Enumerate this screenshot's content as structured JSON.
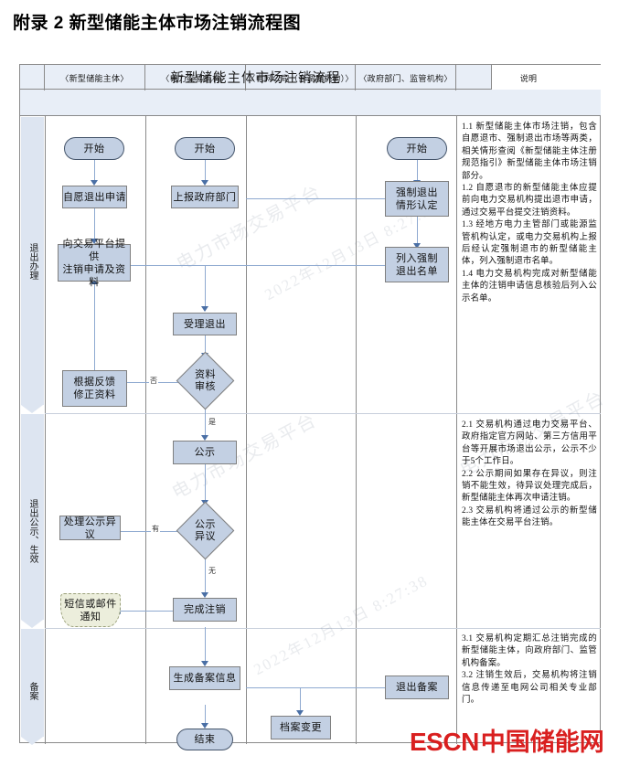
{
  "page": {
    "title": "附录 2  新型储能主体市场注销流程图"
  },
  "table": {
    "banner": "新型储能主体市场注销流程",
    "banner_blank": "",
    "columns": [
      {
        "key": "stage",
        "label": ""
      },
      {
        "key": "entity",
        "label": "〈新型储能主体〉"
      },
      {
        "key": "exchange",
        "label": "〈电力交易机构〉"
      },
      {
        "key": "grid",
        "label": "〈电网公司（含调度机构）〉"
      },
      {
        "key": "gov",
        "label": "〈政府部门、监管机构〉"
      },
      {
        "key": "notes",
        "label": "说明"
      }
    ],
    "stages": [
      {
        "label": "退出办理"
      },
      {
        "label": "退出公示、生效"
      },
      {
        "label": "备案"
      }
    ]
  },
  "chart_data": {
    "type": "diagram",
    "title": "新型储能主体市场注销流程",
    "lanes": [
      "〈新型储能主体〉",
      "〈电力交易机构〉",
      "〈电网公司（含调度机构）〉",
      "〈政府部门、监管机构〉"
    ],
    "nodes": [
      {
        "id": "n1",
        "lane": 0,
        "shape": "terminator",
        "label": "开始"
      },
      {
        "id": "n2",
        "lane": 0,
        "shape": "process",
        "label": "自愿退出申请"
      },
      {
        "id": "n3",
        "lane": 0,
        "shape": "process",
        "label": "向交易平台提供\n注销申请及资料"
      },
      {
        "id": "n4",
        "lane": 0,
        "shape": "process",
        "label": "根据反馈\n修正资料"
      },
      {
        "id": "n5",
        "lane": 0,
        "shape": "process",
        "label": "处理公示异议"
      },
      {
        "id": "n6",
        "lane": 0,
        "shape": "document",
        "label": "短信或邮件\n通知"
      },
      {
        "id": "n7",
        "lane": 1,
        "shape": "terminator",
        "label": "开始"
      },
      {
        "id": "n8",
        "lane": 1,
        "shape": "process",
        "label": "上报政府部门"
      },
      {
        "id": "n9",
        "lane": 1,
        "shape": "process",
        "label": "受理退出"
      },
      {
        "id": "n10",
        "lane": 1,
        "shape": "decision",
        "label": "资料\n审核"
      },
      {
        "id": "n11",
        "lane": 1,
        "shape": "process",
        "label": "公示"
      },
      {
        "id": "n12",
        "lane": 1,
        "shape": "decision",
        "label": "公示\n异议"
      },
      {
        "id": "n13",
        "lane": 1,
        "shape": "process",
        "label": "完成注销"
      },
      {
        "id": "n14",
        "lane": 1,
        "shape": "process",
        "label": "生成备案信息"
      },
      {
        "id": "n15",
        "lane": 1,
        "shape": "terminator",
        "label": "结束"
      },
      {
        "id": "n16",
        "lane": 2,
        "shape": "process",
        "label": "档案变更"
      },
      {
        "id": "n17",
        "lane": 3,
        "shape": "terminator",
        "label": "开始"
      },
      {
        "id": "n18",
        "lane": 3,
        "shape": "process",
        "label": "强制退出\n情形认定"
      },
      {
        "id": "n19",
        "lane": 3,
        "shape": "process",
        "label": "列入强制\n退出名单"
      },
      {
        "id": "n20",
        "lane": 3,
        "shape": "process",
        "label": "退出备案"
      }
    ],
    "edges": [
      {
        "from": "n1",
        "to": "n2",
        "label": ""
      },
      {
        "from": "n2",
        "to": "n3",
        "label": ""
      },
      {
        "from": "n3",
        "to": "n9",
        "label": ""
      },
      {
        "from": "n7",
        "to": "n8",
        "label": ""
      },
      {
        "from": "n8",
        "to": "n18",
        "label": ""
      },
      {
        "from": "n17",
        "to": "n18",
        "label": ""
      },
      {
        "from": "n18",
        "to": "n19",
        "label": ""
      },
      {
        "from": "n19",
        "to": "n9",
        "label": ""
      },
      {
        "from": "n9",
        "to": "n10",
        "label": ""
      },
      {
        "from": "n10",
        "to": "n4",
        "label": "否"
      },
      {
        "from": "n4",
        "to": "n3",
        "label": ""
      },
      {
        "from": "n10",
        "to": "n11",
        "label": "是"
      },
      {
        "from": "n11",
        "to": "n12",
        "label": ""
      },
      {
        "from": "n12",
        "to": "n5",
        "label": "有"
      },
      {
        "from": "n12",
        "to": "n13",
        "label": "无"
      },
      {
        "from": "n13",
        "to": "n6",
        "label": ""
      },
      {
        "from": "n13",
        "to": "n14",
        "label": ""
      },
      {
        "from": "n14",
        "to": "n20",
        "label": ""
      },
      {
        "from": "n14",
        "to": "n16",
        "label": ""
      },
      {
        "from": "n14",
        "to": "n15",
        "label": ""
      }
    ],
    "edge_labels": {
      "yes": "是",
      "no": "否",
      "has": "有",
      "none": "无"
    }
  },
  "notes": {
    "group1": [
      "1.1 新型储能主体市场注销，包含自愿退市、强制退出市场等两类，相关情形查阅《新型储能主体注册规范指引》新型储能主体市场注销部分。",
      "1.2 自愿退市的新型储能主体应提前向电力交易机构提出退市申请，通过交易平台提交注销资料。",
      "1.3 经地方电力主管部门或能源监管机构认定，或电力交易机构上报后经认定强制退市的新型储能主体，列入强制退市名单。",
      "1.4 电力交易机构完成对新型储能主体的注销申请信息核验后列入公示名单。"
    ],
    "group2": [
      "2.1 交易机构通过电力交易平台、政府指定官方网站、第三方信用平台等开展市场退出公示，公示不少于5个工作日。",
      "2.2 公示期间如果存在异议，则注销不能生效，待异议处理完成后，新型储能主体再次申请注销。",
      "2.3 交易机构将通过公示的新型储能主体在交易平台注销。"
    ],
    "group3": [
      "3.1 交易机构定期汇总注销完成的新型储能主体，向政府部门、监管机构备案。",
      "3.2 注销生效后，交易机构将注销信息传递至电网公司相关专业部门。"
    ]
  },
  "watermarks": [
    "电力市场交易平台",
    "2022年12月13日 8:27:38",
    "电力市场交易平台",
    "2022年12月13日 8:27:38",
    "电力市场交易平台"
  ],
  "logo": {
    "en": "ESCN",
    "cn": "中国储能网",
    "color": "#d91f1f"
  }
}
